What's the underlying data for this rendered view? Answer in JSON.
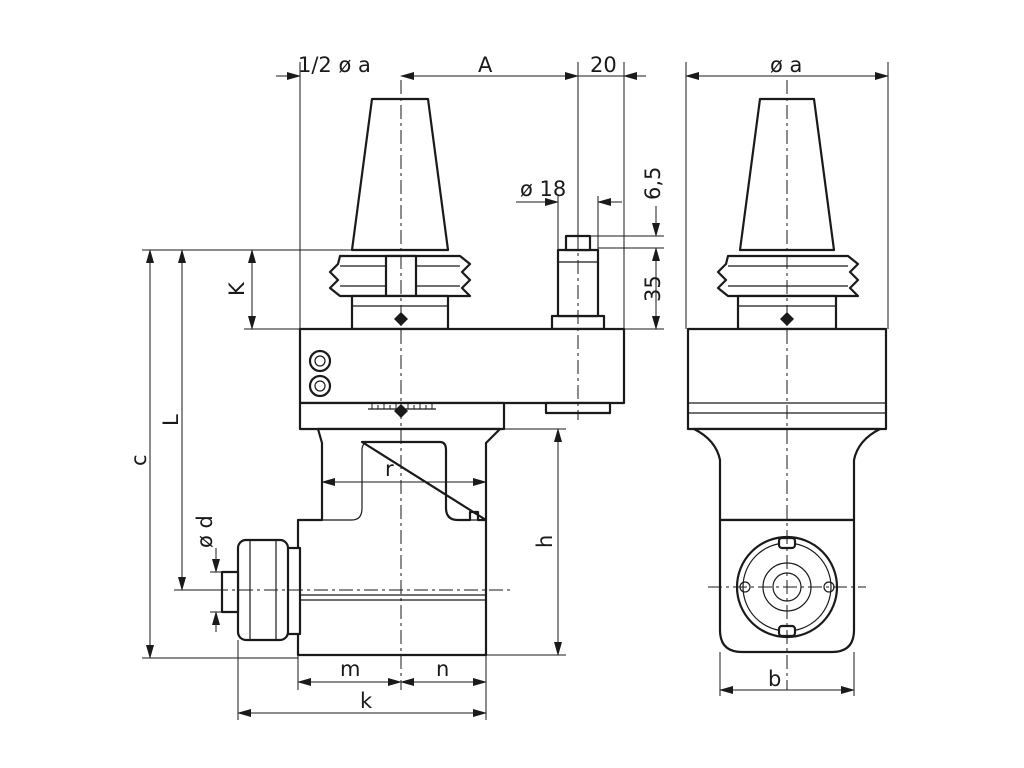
{
  "labels": {
    "half_dia_a": "1/2 ø a",
    "A": "A",
    "twenty": "20",
    "dia_a": "ø a",
    "dia_18": "ø 18",
    "six_five": "6,5",
    "thirtyfive": "35",
    "K": "K",
    "c": "c",
    "L": "L",
    "dia_d": "ø d",
    "r": "r",
    "h": "h",
    "m": "m",
    "n": "n",
    "k": "k",
    "b": "b"
  },
  "colors": {
    "ink": "#1a1a1a",
    "paper": "#ffffff"
  }
}
